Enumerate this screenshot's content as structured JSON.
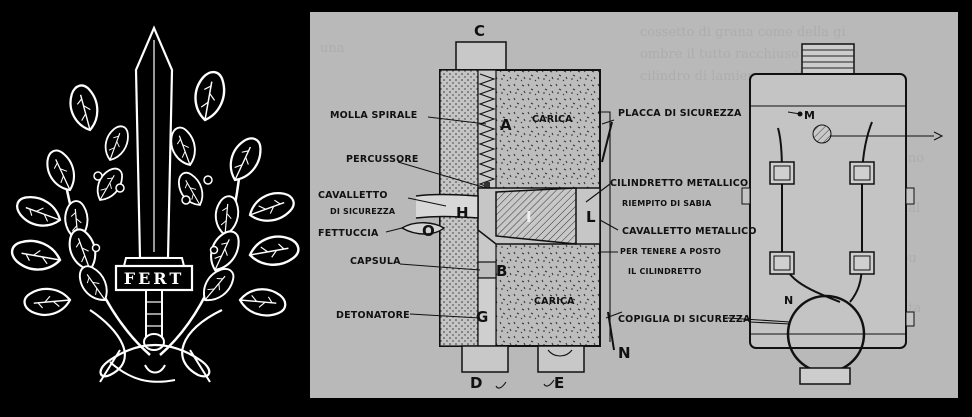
{
  "emblem": {
    "motto": "FERT",
    "background": "#000000",
    "foreground": "#ffffff"
  },
  "diagram": {
    "background": "#b9b9b9",
    "ink": "#111111",
    "letters": {
      "A": "A",
      "B": "B",
      "C": "C",
      "D": "D",
      "E": "E",
      "G": "G",
      "H": "H",
      "I": "I",
      "L": "L",
      "M": "M",
      "N_left": "N",
      "N_right": "N",
      "O": "O"
    },
    "labels": {
      "molla_spirale": "MOLLA SPIRALE",
      "percussore": "PERCUSSORE",
      "cavalletto_di_sicurezza_1": "CAVALLETTO",
      "cavalletto_di_sicurezza_2": "DI SICUREZZA",
      "fettuccia": "FETTUCCIA",
      "capsula": "CAPSULA",
      "detonatore": "DETONATORE",
      "carica_top": "CARICA",
      "carica_bottom": "CARICA",
      "placca_di_sicurezza": "PLACCA DI SICUREZZA",
      "cilindretto_1": "CILINDRETTO METALLICO",
      "cilindretto_2": "RIEMPITO DI SABIA",
      "cavalletto_metallico_1": "CAVALLETTO METALLICO",
      "cavalletto_metallico_2": "PER TENERE A POSTO",
      "cavalletto_metallico_3": "IL CILINDRETTO",
      "copiglia_di_sicurezza": "COPIGLIA DI SICUREZZA"
    }
  }
}
